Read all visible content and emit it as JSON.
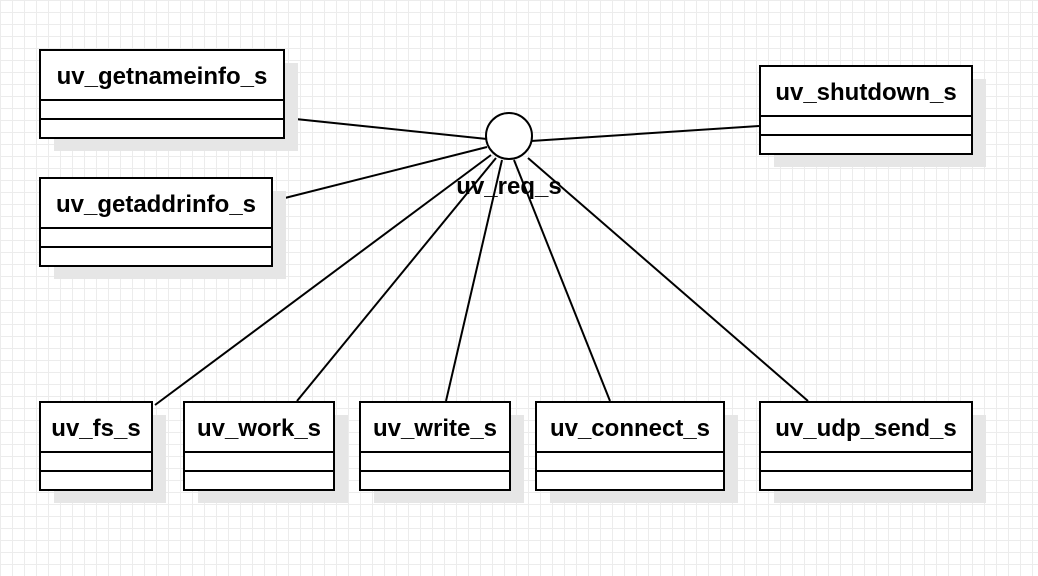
{
  "interface": {
    "name": "uv_req_s"
  },
  "classes": [
    {
      "id": "getnameinfo",
      "name": "uv_getnameinfo_s"
    },
    {
      "id": "getaddrinfo",
      "name": "uv_getaddrinfo_s"
    },
    {
      "id": "shutdown",
      "name": "uv_shutdown_s"
    },
    {
      "id": "fs",
      "name": "uv_fs_s"
    },
    {
      "id": "work",
      "name": "uv_work_s"
    },
    {
      "id": "write",
      "name": "uv_write_s"
    },
    {
      "id": "connect",
      "name": "uv_connect_s"
    },
    {
      "id": "udp-send",
      "name": "uv_udp_send_s"
    }
  ]
}
